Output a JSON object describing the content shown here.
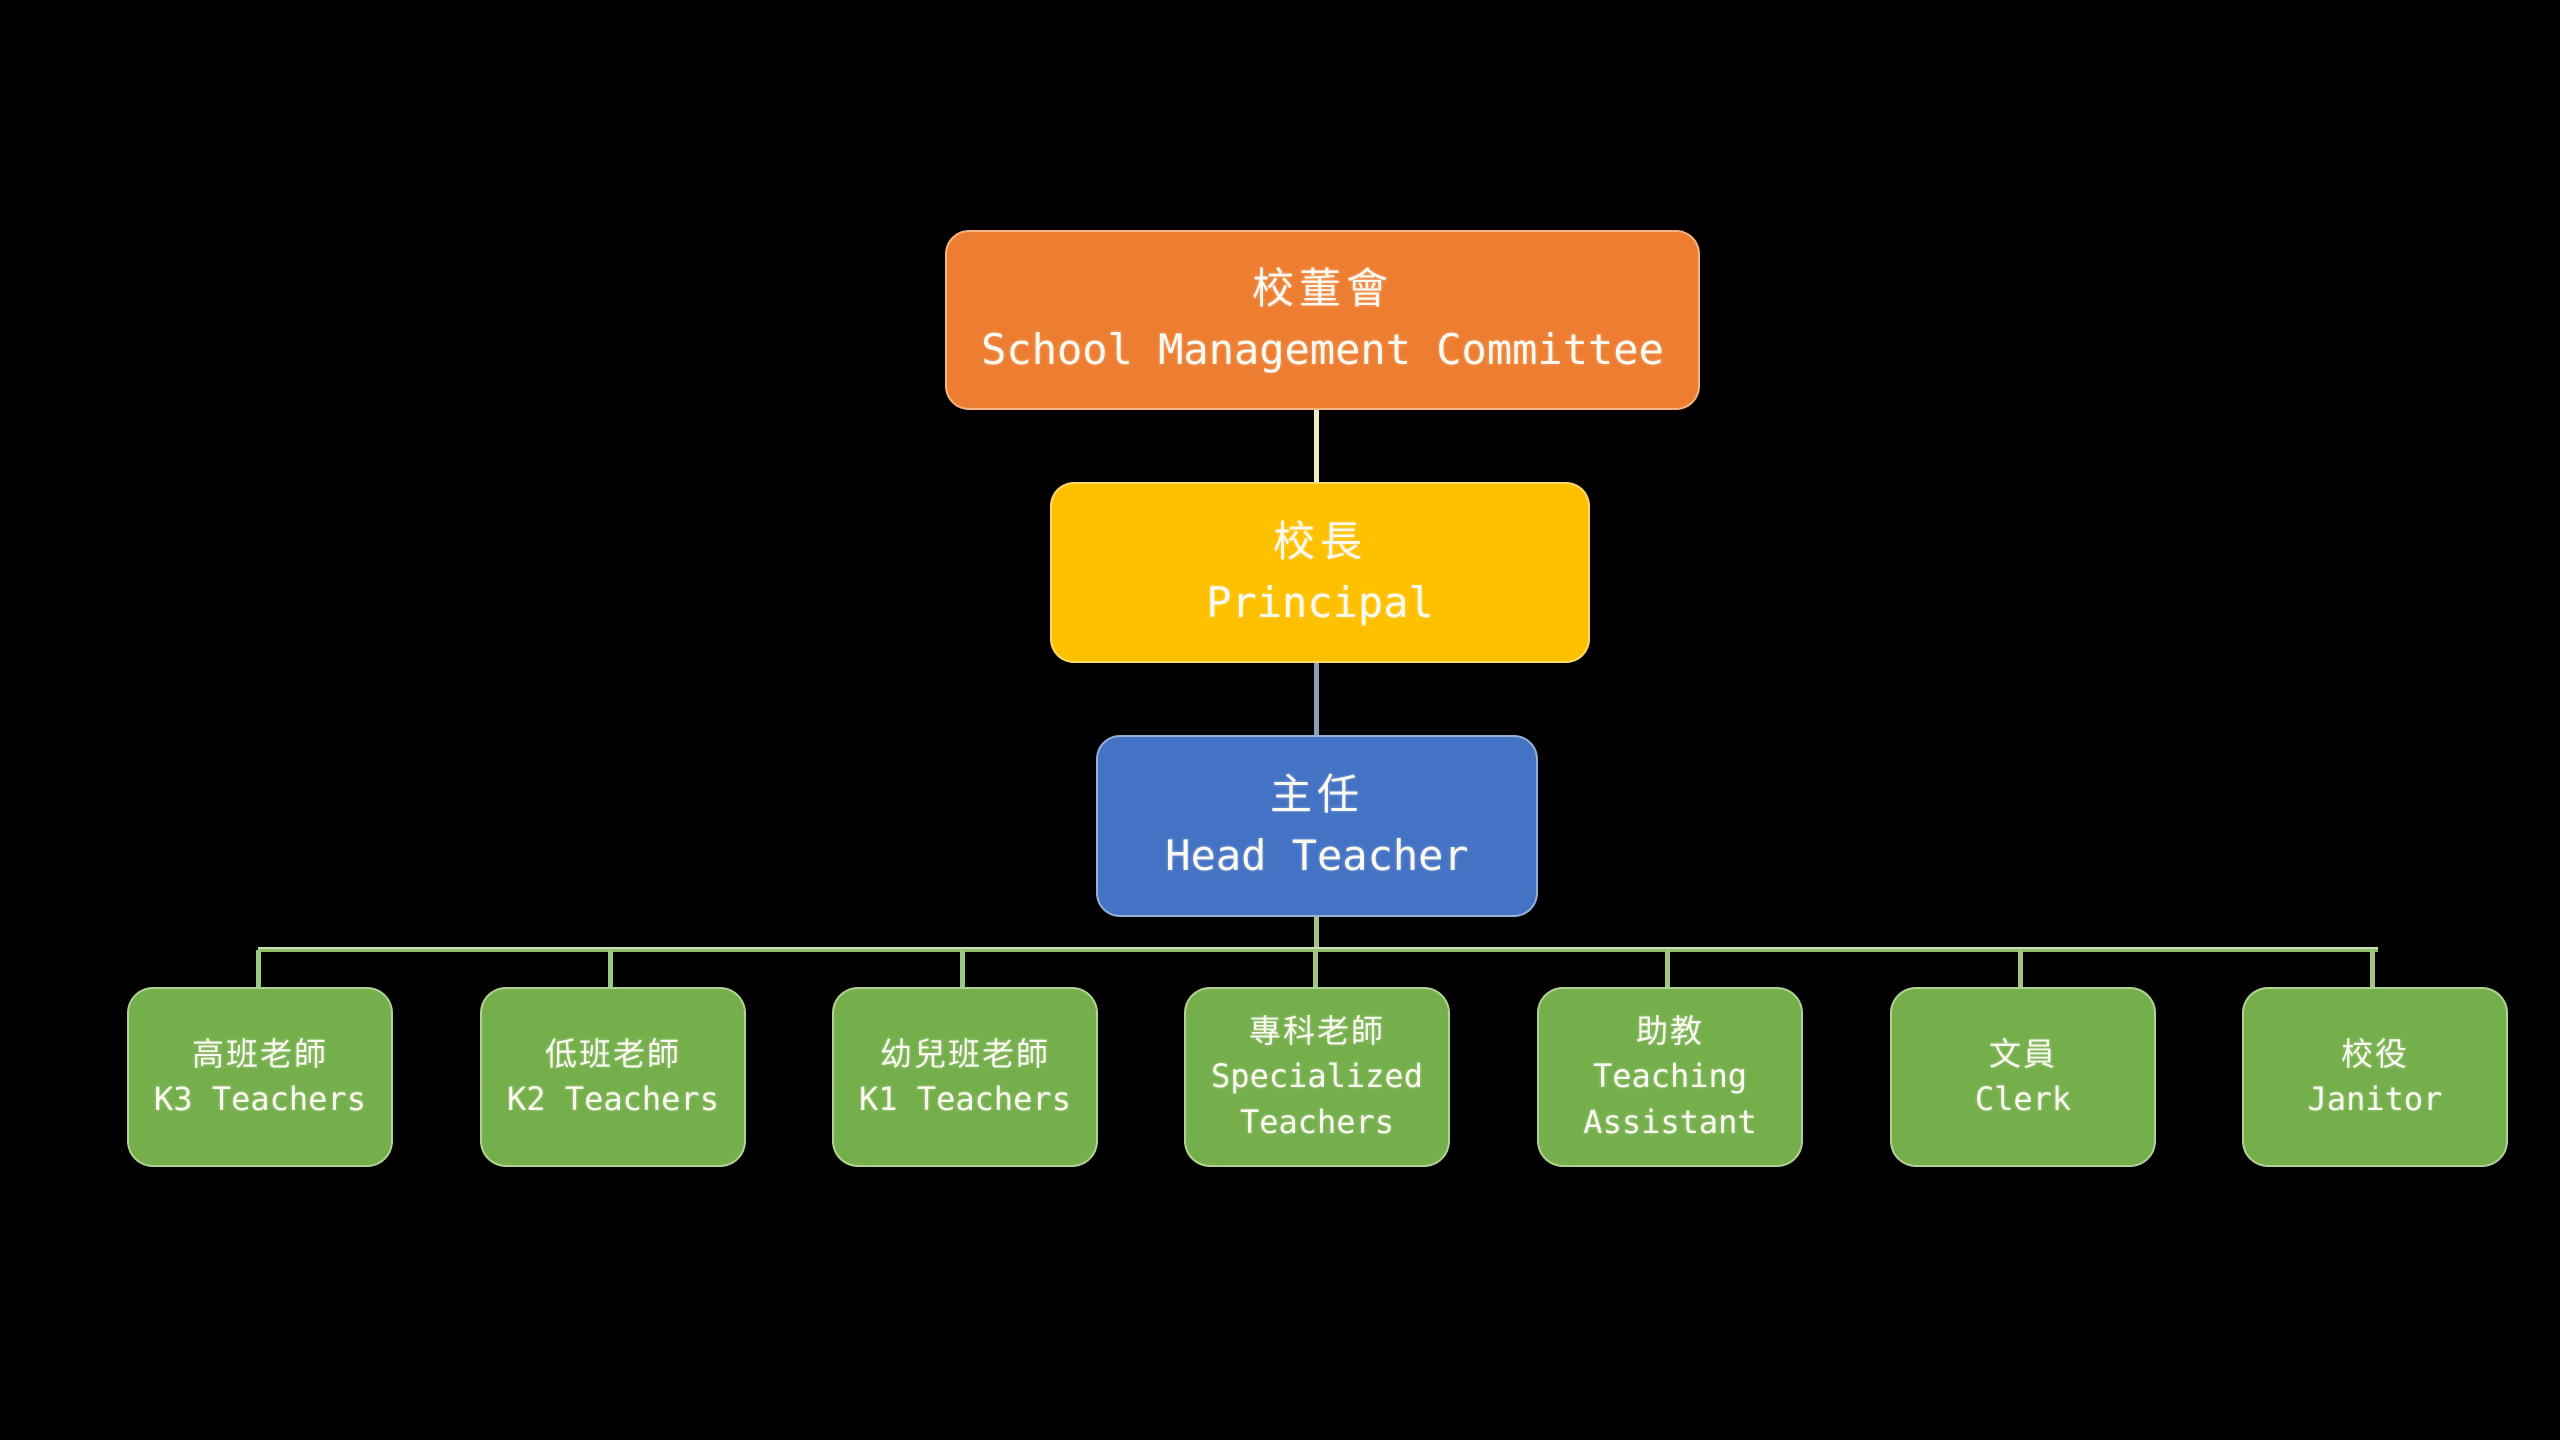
{
  "page": {
    "background": "#000000"
  },
  "diagram": {
    "type": "org-chart",
    "text_color": "#FBFAF0",
    "nodes": {
      "smc": {
        "zh": "校董會",
        "en": "School Management Committee",
        "color": "#ED7D31"
      },
      "principal": {
        "zh": "校長",
        "en": "Principal",
        "color": "#FFC000"
      },
      "head_teacher": {
        "zh": "主任",
        "en": "Head Teacher",
        "color": "#4472C4"
      },
      "staff_color": "#74AF4C",
      "staff": [
        {
          "zh": "高班老師",
          "en": "K3 Teachers"
        },
        {
          "zh": "低班老師",
          "en": "K2 Teachers"
        },
        {
          "zh": "幼兒班老師",
          "en": "K1 Teachers"
        },
        {
          "zh": "專科老師",
          "en": "Specialized Teachers"
        },
        {
          "zh": "助教",
          "en": "Teaching Assistant"
        },
        {
          "zh": "文員",
          "en": "Clerk"
        },
        {
          "zh": "校役",
          "en": "Janitor"
        }
      ]
    },
    "hierarchy": [
      "School Management Committee > Principal",
      "Principal > Head Teacher",
      "Head Teacher > K3 Teachers, K2 Teachers, K1 Teachers, Specialized Teachers, Teaching Assistant, Clerk, Janitor"
    ],
    "connectors": {
      "smc_to_principal": "#EFE9C4",
      "principal_to_head_teacher": "#8E9DB9",
      "head_teacher_to_bar": "#9EC582",
      "bar": "#8FBD68",
      "stub": "#9EC582"
    }
  }
}
